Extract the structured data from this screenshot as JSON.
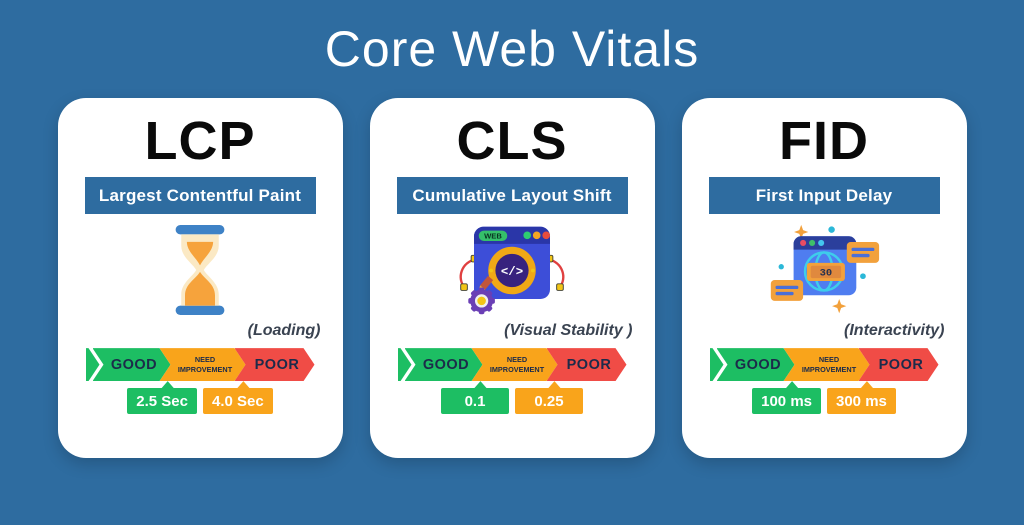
{
  "title": "Core Web Vitals",
  "colors": {
    "background": "#2E6CA0",
    "card_background": "#FFFFFF",
    "banner_background": "#2E6CA0",
    "good": "#1DBE63",
    "need_improvement": "#F9A41B",
    "poor": "#F04C46",
    "scale_text": "#1C2B4A",
    "badge_text": "#FFFFFF",
    "title_text": "#FFFFFF",
    "abbr_text": "#0A0A0A",
    "aspect_text": "#3A4351"
  },
  "scale_labels": {
    "good": "GOOD",
    "need_improvement": "NEED IMPROVEMENT",
    "poor": "POOR"
  },
  "cards": [
    {
      "abbr": "LCP",
      "full_name": "Largest Contentful Paint",
      "aspect": "(Loading)",
      "icon": "hourglass-icon",
      "good_threshold": "2.5 Sec",
      "poor_threshold": "4.0 Sec"
    },
    {
      "abbr": "CLS",
      "full_name": "Cumulative Layout Shift",
      "aspect": "(Visual Stability )",
      "icon": "web-design-browser-icon",
      "icon_texts": {
        "web": "WEB",
        "code": "</>"
      },
      "good_threshold": "0.1",
      "poor_threshold": "0.25"
    },
    {
      "abbr": "FID",
      "full_name": "First Input Delay",
      "aspect": "(Interactivity)",
      "icon": "interactive-browser-globe-icon",
      "icon_texts": {
        "display": "30"
      },
      "good_threshold": "100 ms",
      "poor_threshold": "300 ms"
    }
  ]
}
